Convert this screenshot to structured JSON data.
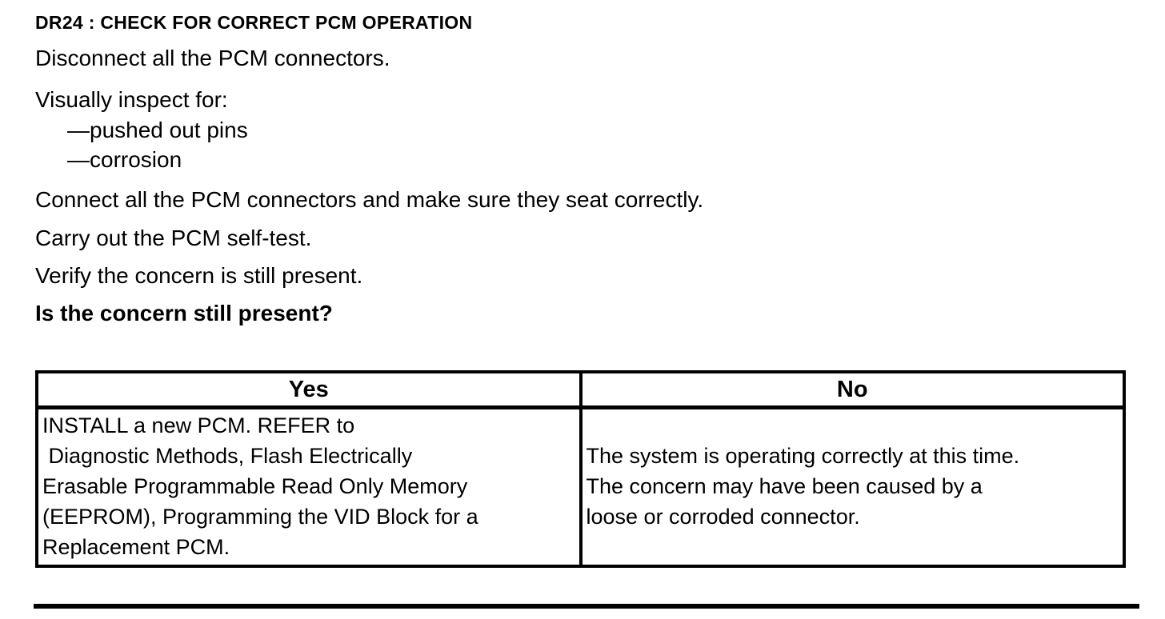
{
  "document": {
    "title": "DR24 : CHECK FOR CORRECT PCM OPERATION",
    "instructions": [
      "Disconnect all the PCM connectors.",
      "Visually inspect for:",
      "—pushed out pins",
      "—corrosion",
      "Connect all the PCM connectors and make sure they seat correctly.",
      "Carry out the PCM self-test.",
      "Verify the concern is still present."
    ],
    "question": "Is the concern still present?"
  },
  "decision_table": {
    "headers": [
      "Yes",
      "No"
    ],
    "yes_cell": "INSTALL a new PCM. REFER to\n Diagnostic Methods, Flash Electrically\nErasable Programmable Read Only Memory\n(EEPROM), Programming the VID Block for a\nReplacement PCM.",
    "no_cell": "The system is operating correctly at this time.\nThe concern may have been caused by a\nloose or corroded connector."
  },
  "colors": {
    "text": "#000000",
    "background": "#ffffff",
    "border": "#000000"
  }
}
